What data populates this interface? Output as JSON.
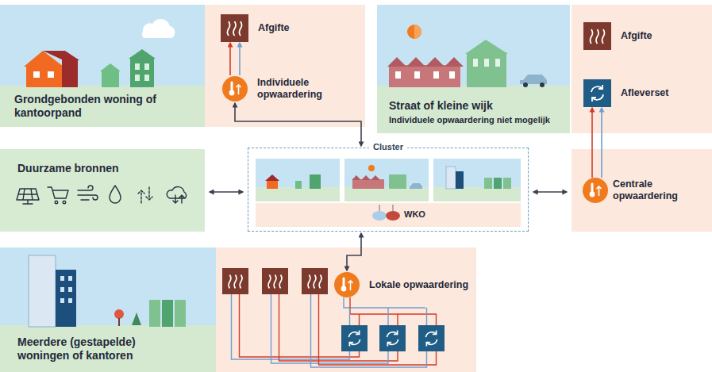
{
  "diagram": {
    "nodes": [
      {
        "text": [
          "Grondgebonden woning of kantoorpand"
        ]
      },
      {
        "text": [
          "Afgifte"
        ],
        "in": 0
      },
      {
        "text": [
          "Individuele opwaardering"
        ],
        "in": 0
      },
      {
        "text": [
          "Straat of kleine wijk",
          "Individuele opwaardering niet mogelijk"
        ]
      },
      {
        "text": [
          "Afgifte"
        ],
        "in": 3
      },
      {
        "text": [
          "Afleverset"
        ],
        "in": 3
      },
      {
        "text": [
          "Duurzame bronnen"
        ]
      },
      {
        "text": [
          "Cluster"
        ]
      },
      {
        "text": [
          "WKO"
        ],
        "in": 7
      },
      {
        "text": [
          "Centrale opwaardering"
        ]
      },
      {
        "text": [
          "Meerdere (gestapelde) woningen of kantoren"
        ]
      },
      {
        "text": [
          "Lokale opwaardering"
        ],
        "in": 10
      }
    ],
    "edges": [
      {
        "from": 2,
        "to": 1,
        "arrow": "to"
      },
      {
        "from": 2,
        "to": 7,
        "arrow": "both"
      },
      {
        "from": 6,
        "to": 7,
        "arrow": "both"
      },
      {
        "from": 7,
        "to": 9,
        "arrow": "both"
      },
      {
        "from": 9,
        "to": 5,
        "arrow": "to"
      },
      {
        "from": 7,
        "to": 11,
        "arrow": "both"
      }
    ]
  }
}
